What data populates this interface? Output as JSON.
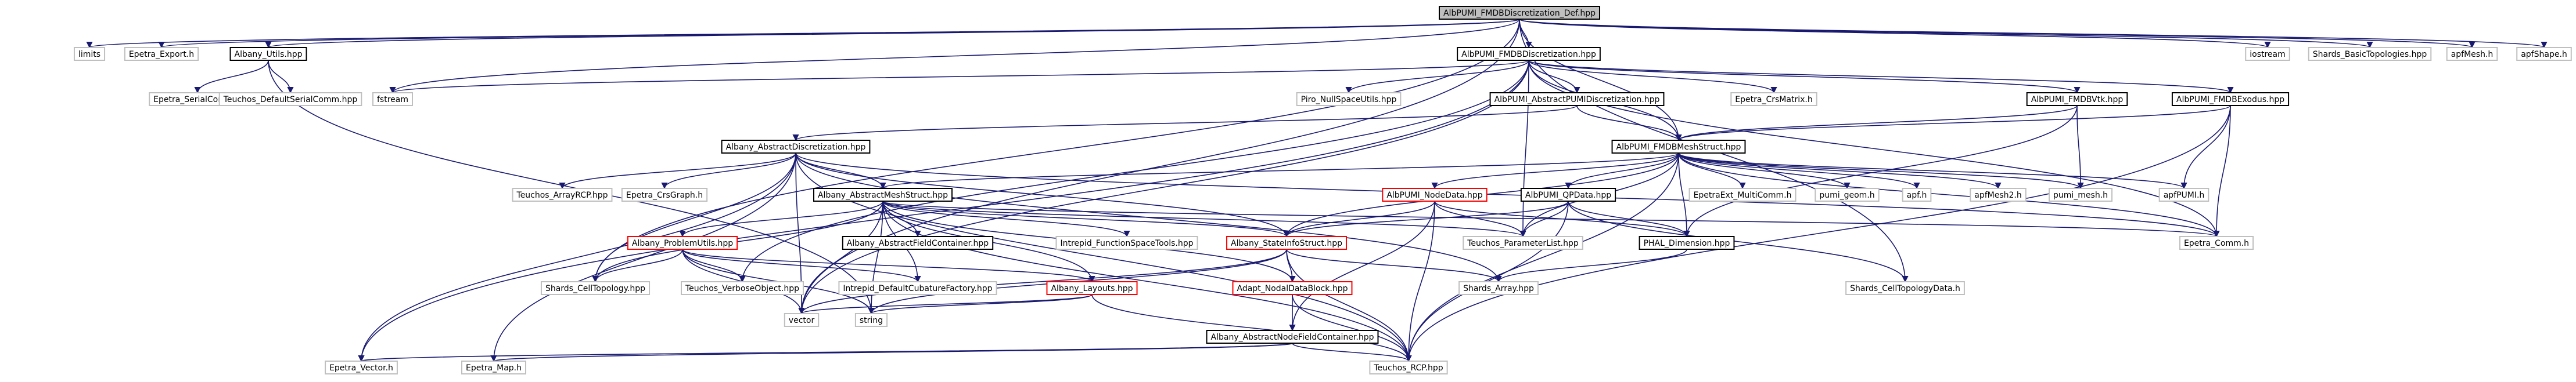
{
  "colors": {
    "edge": "#191970",
    "root_fill": "#bfbfbf",
    "node_border": "#000000",
    "missing_border": "#bfbfbf",
    "red_border": "#ff0000",
    "text": "#000000"
  },
  "graph": {
    "nodes": [
      {
        "id": "root",
        "label": "AlbPUMI_FMDBDiscretization_Def.hpp",
        "style": "root"
      },
      {
        "id": "limits",
        "label": "limits",
        "style": "missing"
      },
      {
        "id": "epetra_export",
        "label": "Epetra_Export.h",
        "style": "missing"
      },
      {
        "id": "albany_utils",
        "label": "Albany_Utils.hpp",
        "style": "normal"
      },
      {
        "id": "fmdb_disc",
        "label": "AlbPUMI_FMDBDiscretization.hpp",
        "style": "normal"
      },
      {
        "id": "iostream",
        "label": "iostream",
        "style": "missing"
      },
      {
        "id": "shards_basic",
        "label": "Shards_BasicTopologies.hpp",
        "style": "missing"
      },
      {
        "id": "apfmesh",
        "label": "apfMesh.h",
        "style": "missing"
      },
      {
        "id": "apfshape",
        "label": "apfShape.h",
        "style": "missing"
      },
      {
        "id": "epetra_serialcomm",
        "label": "Epetra_SerialComm.h",
        "style": "missing"
      },
      {
        "id": "teuchos_defserial",
        "label": "Teuchos_DefaultSerialComm.hpp",
        "style": "missing"
      },
      {
        "id": "fstream",
        "label": "fstream",
        "style": "missing"
      },
      {
        "id": "piro_null",
        "label": "Piro_NullSpaceUtils.hpp",
        "style": "missing"
      },
      {
        "id": "abstract_pumi",
        "label": "AlbPUMI_AbstractPUMIDiscretization.hpp",
        "style": "normal"
      },
      {
        "id": "epetra_crsmatrix",
        "label": "Epetra_CrsMatrix.h",
        "style": "missing"
      },
      {
        "id": "fmdb_vtk",
        "label": "AlbPUMI_FMDBVtk.hpp",
        "style": "normal"
      },
      {
        "id": "fmdb_exodus",
        "label": "AlbPUMI_FMDBExodus.hpp",
        "style": "normal"
      },
      {
        "id": "albany_abstract_disc",
        "label": "Albany_AbstractDiscretization.hpp",
        "style": "normal"
      },
      {
        "id": "fmdb_meshstruct",
        "label": "AlbPUMI_FMDBMeshStruct.hpp",
        "style": "normal"
      },
      {
        "id": "teuchos_arrayrcp",
        "label": "Teuchos_ArrayRCP.hpp",
        "style": "missing"
      },
      {
        "id": "epetra_crsgraph",
        "label": "Epetra_CrsGraph.h",
        "style": "missing"
      },
      {
        "id": "albany_abstract_mesh",
        "label": "Albany_AbstractMeshStruct.hpp",
        "style": "normal"
      },
      {
        "id": "nodedata",
        "label": "AlbPUMI_NodeData.hpp",
        "style": "red"
      },
      {
        "id": "qpdata",
        "label": "AlbPUMI_QPData.hpp",
        "style": "normal"
      },
      {
        "id": "epetraext_multi",
        "label": "EpetraExt_MultiComm.h",
        "style": "missing"
      },
      {
        "id": "pumi_geom",
        "label": "pumi_geom.h",
        "style": "missing"
      },
      {
        "id": "apf",
        "label": "apf.h",
        "style": "missing"
      },
      {
        "id": "apfmesh2",
        "label": "apfMesh2.h",
        "style": "missing"
      },
      {
        "id": "pumi_mesh",
        "label": "pumi_mesh.h",
        "style": "missing"
      },
      {
        "id": "apfpumi",
        "label": "apfPUMI.h",
        "style": "missing"
      },
      {
        "id": "problem_utils",
        "label": "Albany_ProblemUtils.hpp",
        "style": "red"
      },
      {
        "id": "abstract_field",
        "label": "Albany_AbstractFieldContainer.hpp",
        "style": "normal"
      },
      {
        "id": "intrepid_fst",
        "label": "Intrepid_FunctionSpaceTools.hpp",
        "style": "missing"
      },
      {
        "id": "stateinfo",
        "label": "Albany_StateInfoStruct.hpp",
        "style": "red"
      },
      {
        "id": "teuchos_paramlist",
        "label": "Teuchos_ParameterList.hpp",
        "style": "missing"
      },
      {
        "id": "epetra_comm",
        "label": "Epetra_Comm.h",
        "style": "missing"
      },
      {
        "id": "phal_dimension",
        "label": "PHAL_Dimension.hpp",
        "style": "normal"
      },
      {
        "id": "shards_celltopology",
        "label": "Shards_CellTopology.hpp",
        "style": "missing"
      },
      {
        "id": "teuchos_verbose",
        "label": "Teuchos_VerboseObject.hpp",
        "style": "missing"
      },
      {
        "id": "intrepid_cubature",
        "label": "Intrepid_DefaultCubatureFactory.hpp",
        "style": "missing"
      },
      {
        "id": "albany_layouts",
        "label": "Albany_Layouts.hpp",
        "style": "red"
      },
      {
        "id": "adapt_nodal",
        "label": "Adapt_NodalDataBlock.hpp",
        "style": "red"
      },
      {
        "id": "shards_array",
        "label": "Shards_Array.hpp",
        "style": "missing"
      },
      {
        "id": "shards_celltopologydata",
        "label": "Shards_CellTopologyData.h",
        "style": "missing"
      },
      {
        "id": "vector",
        "label": "vector",
        "style": "missing"
      },
      {
        "id": "string",
        "label": "string",
        "style": "missing"
      },
      {
        "id": "abstract_nodefield",
        "label": "Albany_AbstractNodeFieldContainer.hpp",
        "style": "normal"
      },
      {
        "id": "epetra_vector",
        "label": "Epetra_Vector.h",
        "style": "missing"
      },
      {
        "id": "epetra_map",
        "label": "Epetra_Map.h",
        "style": "missing"
      },
      {
        "id": "teuchos_rcp",
        "label": "Teuchos_RCP.hpp",
        "style": "missing"
      }
    ],
    "edges": [
      [
        "root",
        "limits"
      ],
      [
        "root",
        "epetra_export"
      ],
      [
        "root",
        "albany_utils"
      ],
      [
        "root",
        "fmdb_disc"
      ],
      [
        "root",
        "iostream"
      ],
      [
        "root",
        "shards_basic"
      ],
      [
        "root",
        "apfmesh"
      ],
      [
        "root",
        "apfshape"
      ],
      [
        "root",
        "fstream"
      ],
      [
        "root",
        "fmdb_meshstruct"
      ],
      [
        "root",
        "shards_celltopology"
      ],
      [
        "root",
        "vector"
      ],
      [
        "root",
        "shards_celltopologydata"
      ],
      [
        "albany_utils",
        "epetra_serialcomm"
      ],
      [
        "albany_utils",
        "teuchos_defserial"
      ],
      [
        "albany_utils",
        "string"
      ],
      [
        "fmdb_disc",
        "fstream"
      ],
      [
        "fmdb_disc",
        "piro_null"
      ],
      [
        "fmdb_disc",
        "abstract_pumi"
      ],
      [
        "fmdb_disc",
        "epetra_crsmatrix"
      ],
      [
        "fmdb_disc",
        "fmdb_vtk"
      ],
      [
        "fmdb_disc",
        "fmdb_exodus"
      ],
      [
        "fmdb_disc",
        "fmdb_meshstruct"
      ],
      [
        "fmdb_disc",
        "vector"
      ],
      [
        "fmdb_disc",
        "epetra_comm"
      ],
      [
        "fmdb_disc",
        "epetra_vector"
      ],
      [
        "fmdb_disc",
        "teuchos_paramlist"
      ],
      [
        "fmdb_disc",
        "teuchos_verbose"
      ],
      [
        "abstract_pumi",
        "albany_abstract_disc"
      ],
      [
        "abstract_pumi",
        "fmdb_meshstruct"
      ],
      [
        "fmdb_vtk",
        "fmdb_meshstruct"
      ],
      [
        "fmdb_vtk",
        "pumi_mesh"
      ],
      [
        "fmdb_vtk",
        "phal_dimension"
      ],
      [
        "fmdb_exodus",
        "fmdb_meshstruct"
      ],
      [
        "fmdb_exodus",
        "apfpumi"
      ],
      [
        "fmdb_exodus",
        "epetra_comm"
      ],
      [
        "fmdb_exodus",
        "teuchos_rcp"
      ],
      [
        "albany_abstract_disc",
        "teuchos_arrayrcp"
      ],
      [
        "albany_abstract_disc",
        "epetra_crsgraph"
      ],
      [
        "albany_abstract_disc",
        "albany_abstract_mesh"
      ],
      [
        "albany_abstract_disc",
        "epetra_vector"
      ],
      [
        "albany_abstract_disc",
        "epetra_map"
      ],
      [
        "albany_abstract_disc",
        "shards_celltopology"
      ],
      [
        "albany_abstract_disc",
        "stateinfo"
      ],
      [
        "albany_abstract_disc",
        "teuchos_rcp"
      ],
      [
        "albany_abstract_disc",
        "shards_array"
      ],
      [
        "albany_abstract_disc",
        "vector"
      ],
      [
        "albany_abstract_disc",
        "epetra_comm"
      ],
      [
        "fmdb_meshstruct",
        "albany_abstract_mesh"
      ],
      [
        "fmdb_meshstruct",
        "nodedata"
      ],
      [
        "fmdb_meshstruct",
        "qpdata"
      ],
      [
        "fmdb_meshstruct",
        "epetraext_multi"
      ],
      [
        "fmdb_meshstruct",
        "pumi_geom"
      ],
      [
        "fmdb_meshstruct",
        "apf"
      ],
      [
        "fmdb_meshstruct",
        "apfmesh2"
      ],
      [
        "fmdb_meshstruct",
        "pumi_mesh"
      ],
      [
        "fmdb_meshstruct",
        "apfpumi"
      ],
      [
        "fmdb_meshstruct",
        "teuchos_paramlist"
      ],
      [
        "fmdb_meshstruct",
        "epetra_comm"
      ],
      [
        "fmdb_meshstruct",
        "phal_dimension"
      ],
      [
        "fmdb_meshstruct",
        "stateinfo"
      ],
      [
        "fmdb_meshstruct",
        "teuchos_rcp"
      ],
      [
        "albany_abstract_mesh",
        "problem_utils"
      ],
      [
        "albany_abstract_mesh",
        "abstract_field"
      ],
      [
        "albany_abstract_mesh",
        "intrepid_fst"
      ],
      [
        "albany_abstract_mesh",
        "stateinfo"
      ],
      [
        "albany_abstract_mesh",
        "teuchos_paramlist"
      ],
      [
        "albany_abstract_mesh",
        "epetra_comm"
      ],
      [
        "albany_abstract_mesh",
        "shards_celltopology"
      ],
      [
        "albany_abstract_mesh",
        "intrepid_cubature"
      ],
      [
        "albany_abstract_mesh",
        "albany_layouts"
      ],
      [
        "albany_abstract_mesh",
        "adapt_nodal"
      ],
      [
        "albany_abstract_mesh",
        "vector"
      ],
      [
        "albany_abstract_mesh",
        "string"
      ],
      [
        "albany_abstract_mesh",
        "teuchos_rcp"
      ],
      [
        "nodedata",
        "stateinfo"
      ],
      [
        "nodedata",
        "teuchos_paramlist"
      ],
      [
        "nodedata",
        "phal_dimension"
      ],
      [
        "nodedata",
        "abstract_nodefield"
      ],
      [
        "nodedata",
        "teuchos_rcp"
      ],
      [
        "qpdata",
        "stateinfo"
      ],
      [
        "qpdata",
        "teuchos_paramlist"
      ],
      [
        "qpdata",
        "phal_dimension"
      ],
      [
        "qpdata",
        "shards_celltopologydata"
      ],
      [
        "qpdata",
        "teuchos_rcp"
      ],
      [
        "problem_utils",
        "shards_celltopology"
      ],
      [
        "problem_utils",
        "teuchos_verbose"
      ],
      [
        "problem_utils",
        "intrepid_cubature"
      ],
      [
        "problem_utils",
        "albany_layouts"
      ],
      [
        "problem_utils",
        "vector"
      ],
      [
        "problem_utils",
        "string"
      ],
      [
        "stateinfo",
        "adapt_nodal"
      ],
      [
        "stateinfo",
        "shards_array"
      ],
      [
        "stateinfo",
        "vector"
      ],
      [
        "stateinfo",
        "string"
      ],
      [
        "stateinfo",
        "teuchos_rcp"
      ],
      [
        "phal_dimension",
        "shards_array"
      ],
      [
        "albany_layouts",
        "vector"
      ],
      [
        "albany_layouts",
        "string"
      ],
      [
        "albany_layouts",
        "teuchos_rcp"
      ],
      [
        "adapt_nodal",
        "abstract_nodefield"
      ],
      [
        "adapt_nodal",
        "teuchos_rcp"
      ],
      [
        "abstract_nodefield",
        "epetra_vector"
      ],
      [
        "abstract_nodefield",
        "epetra_map"
      ],
      [
        "abstract_nodefield",
        "teuchos_rcp"
      ]
    ]
  }
}
